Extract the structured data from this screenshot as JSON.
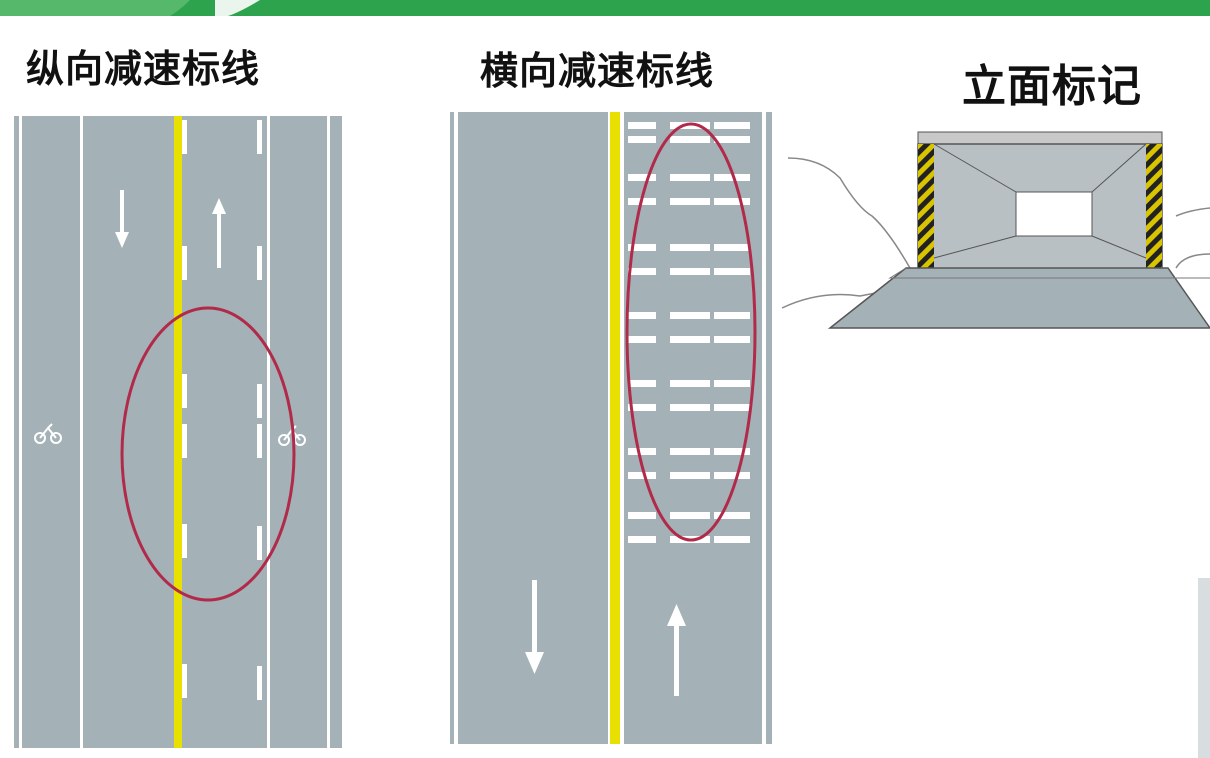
{
  "titles": {
    "longitudinal": "纵向减速标线",
    "transverse": "横向减速标线",
    "elevation": "立面标记"
  },
  "colors": {
    "header_green": "#2ea34e",
    "road": "#a4b1b7",
    "lane_line": "#ffffff",
    "center_line": "#e8e000",
    "highlight_circle": "#b12a4a",
    "hazard_black": "#222222",
    "hazard_yellow": "#d9c400"
  },
  "icons": {
    "arrow": "arrow-icon",
    "bicycle": "bicycle-icon"
  }
}
